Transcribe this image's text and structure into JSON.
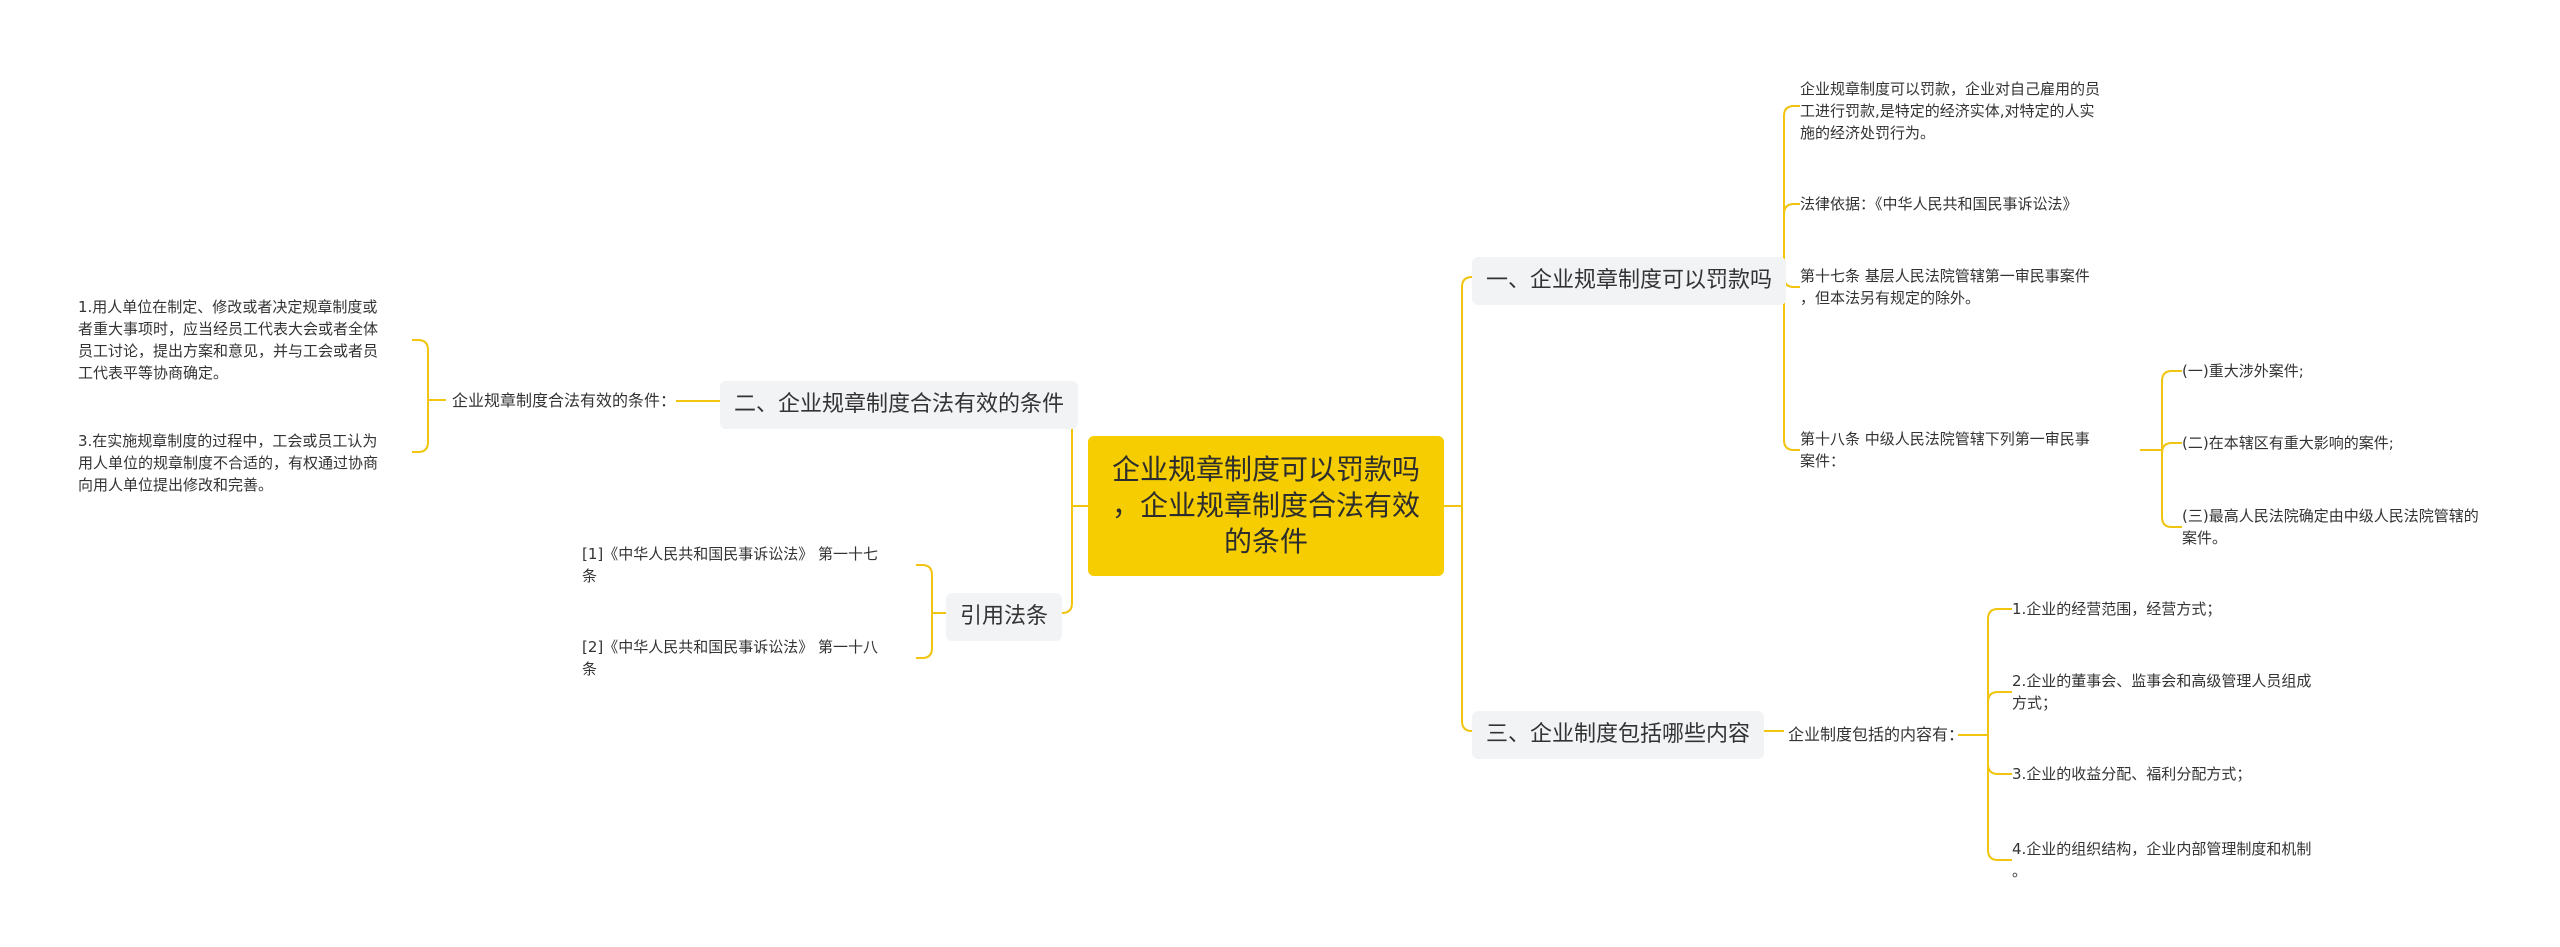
{
  "root": {
    "title_lines": [
      "企业规章制度可以罚款吗",
      "，企业规章制度合法有效",
      "的条件"
    ]
  },
  "branch1": {
    "label": "一、企业规章制度可以罚款吗",
    "items": [
      {
        "lines": [
          "企业规章制度可以罚款，企业对自己雇用的员",
          "工进行罚款,是特定的经济实体,对特定的人实",
          "施的经济处罚行为。"
        ]
      },
      {
        "lines": [
          "法律依据：《中华人民共和国民事诉讼法》"
        ]
      },
      {
        "lines": [
          "第十七条 基层人民法院管辖第一审民事案件",
          "，但本法另有规定的除外。"
        ]
      },
      {
        "lines": [
          "第十八条 中级人民法院管辖下列第一审民事",
          "案件："
        ]
      }
    ],
    "sub_items": [
      {
        "lines": [
          "(一)重大涉外案件;"
        ]
      },
      {
        "lines": [
          "(二)在本辖区有重大影响的案件;"
        ]
      },
      {
        "lines": [
          "(三)最高人民法院确定由中级人民法院管辖的",
          "案件。"
        ]
      }
    ]
  },
  "branch2": {
    "label": "二、企业规章制度合法有效的条件",
    "mid": "企业规章制度合法有效的条件：",
    "items": [
      {
        "lines": [
          "1.用人单位在制定、修改或者决定规章制度或",
          "者重大事项时，应当经员工代表大会或者全体",
          "员工讨论，提出方案和意见，并与工会或者员",
          "工代表平等协商确定。"
        ]
      },
      {
        "lines": [
          "3.在实施规章制度的过程中，工会或员工认为",
          "用人单位的规章制度不合适的，有权通过协商",
          "向用人单位提出修改和完善。"
        ]
      }
    ]
  },
  "branch3": {
    "label": "引用法条",
    "items": [
      {
        "lines": [
          "[1]《中华人民共和国民事诉讼法》 第一十七",
          "条"
        ]
      },
      {
        "lines": [
          "[2]《中华人民共和国民事诉讼法》 第一十八",
          "条"
        ]
      }
    ]
  },
  "branch4": {
    "label": "三、企业制度包括哪些内容",
    "mid": "企业制度包括的内容有：",
    "items": [
      {
        "lines": [
          "1.企业的经营范围，经营方式；"
        ]
      },
      {
        "lines": [
          "2.企业的董事会、监事会和高级管理人员组成",
          "方式；"
        ]
      },
      {
        "lines": [
          "3.企业的收益分配、福利分配方式；"
        ]
      },
      {
        "lines": [
          "4.企业的组织结构，企业内部管理制度和机制",
          "。"
        ]
      }
    ]
  },
  "colors": {
    "accent": "#f5cd00",
    "line": "#f1c40f",
    "node_bg": "#f2f3f5"
  }
}
